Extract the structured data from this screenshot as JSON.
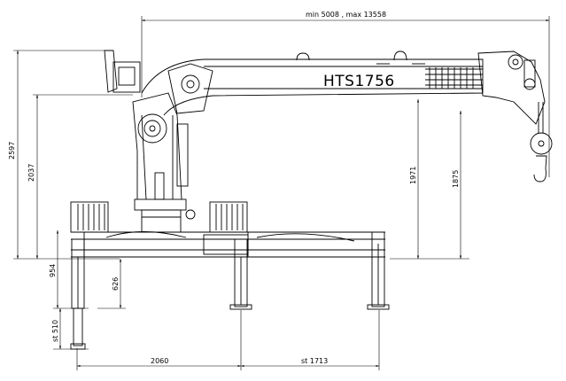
{
  "drawing": {
    "model_label": "HTS1756",
    "dimensions": {
      "reach": "min 5008 , max 13558",
      "height_total": "2597",
      "height_column": "2037",
      "height_hook_1": "1971",
      "height_hook_2": "1875",
      "leg_height": "954",
      "leg_inner": "626",
      "leg_foot": "st 510",
      "base_width": "2060",
      "outrigger_extra": "st 1713"
    }
  }
}
